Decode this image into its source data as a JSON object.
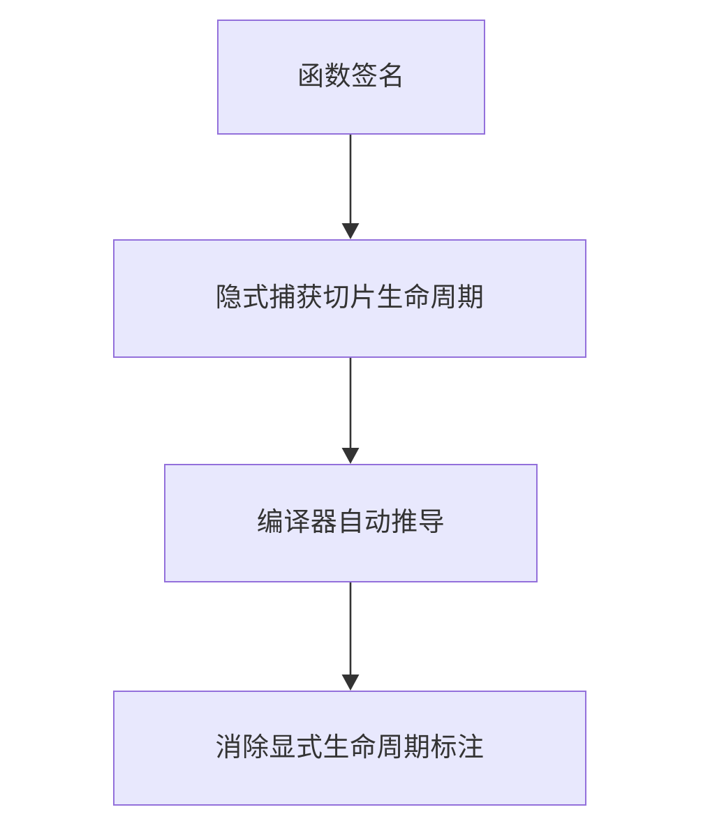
{
  "diagram": {
    "type": "flowchart",
    "direction": "top-to-bottom",
    "background_color": "#ffffff",
    "node_fill_color": "#e8e8fd",
    "node_border_color": "#9370db",
    "node_text_color": "#333333",
    "edge_color": "#333333",
    "nodes": [
      {
        "id": "n1",
        "label": "函数签名"
      },
      {
        "id": "n2",
        "label": "隐式捕获切片生命周期"
      },
      {
        "id": "n3",
        "label": "编译器自动推导"
      },
      {
        "id": "n4",
        "label": "消除显式生命周期标注"
      }
    ],
    "edges": [
      {
        "id": "e1",
        "from": "n1",
        "to": "n2",
        "label": "",
        "arrow": "arrow-down-icon"
      },
      {
        "id": "e2",
        "from": "n2",
        "to": "n3",
        "label": "",
        "arrow": "arrow-down-icon"
      },
      {
        "id": "e3",
        "from": "n3",
        "to": "n4",
        "label": "",
        "arrow": "arrow-down-icon"
      }
    ]
  }
}
